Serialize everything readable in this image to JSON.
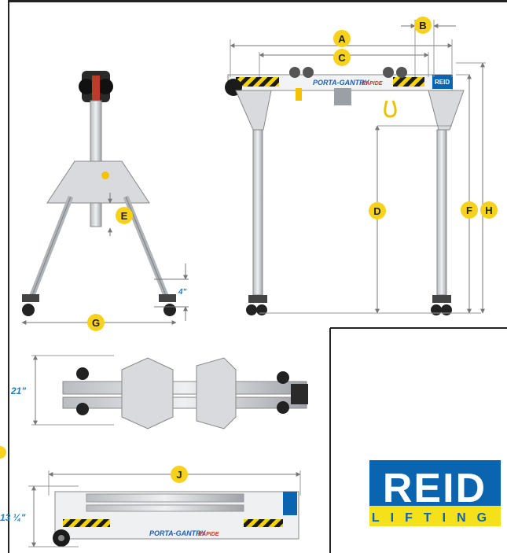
{
  "labels": {
    "a": "A",
    "b": "B",
    "c": "C",
    "d": "D",
    "e": "E",
    "f": "F",
    "g": "G",
    "h": "H",
    "j": "J"
  },
  "dimensions": {
    "caster_height": "4\"",
    "folded_width": "21\"",
    "folded_height": "13 ¼\""
  },
  "beam_brand": "PORTA-GANTRY",
  "beam_brand_suffix": "RAPIDE",
  "beam_badge": "REID",
  "logo": {
    "top": "REID",
    "bottom": "LIFTING"
  },
  "colors": {
    "badge_fill": "#f6d21c",
    "dimension_blue": "#1f7fc1",
    "logo_blue": "#0b64b0",
    "logo_yellow": "#f5e11a",
    "frame": "#222222"
  }
}
